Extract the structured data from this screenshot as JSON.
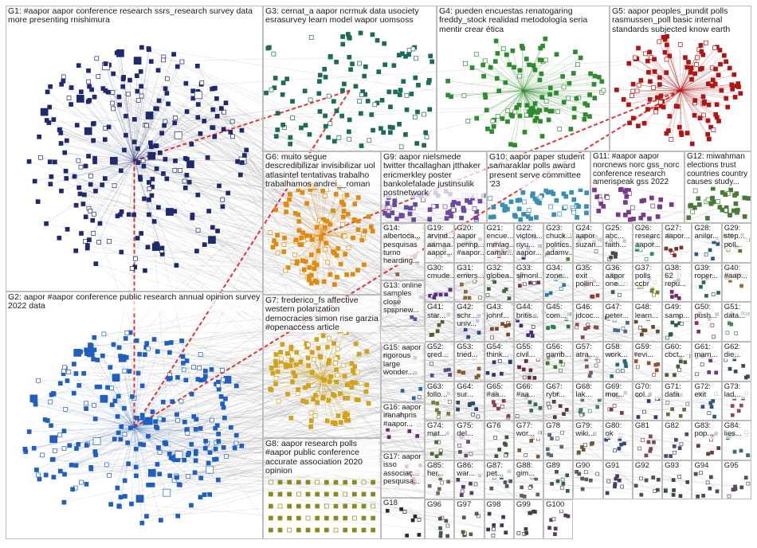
{
  "groups": [
    {
      "id": "G1",
      "label": "G1: #aapor aapor conference research ssrs_research survey data more presenting rnishimura",
      "color": "#1f2a6e",
      "size": "xl",
      "shape": "dense"
    },
    {
      "id": "G2",
      "label": "G2: aapor #aapor conference public research annual opinion survey 2022 data",
      "color": "#1f5fbf",
      "size": "xl",
      "shape": "dense"
    },
    {
      "id": "G3",
      "label": "G3: cernat_a aapor ncrmuk data usociety esrasurvey learn model wapor uomsoss",
      "color": "#1a6b5a",
      "size": "l",
      "shape": "cluster"
    },
    {
      "id": "G4",
      "label": "G4: pueden encuestas renatogaring freddy_stock realidad metodología seria mentir crear ética",
      "color": "#2e8b2e",
      "size": "l",
      "shape": "radial"
    },
    {
      "id": "G5",
      "label": "G5: aapor peoples_pundit polls rasmussen_poll basic internal standards subjected know earth",
      "color": "#b01515",
      "size": "l",
      "shape": "radial"
    },
    {
      "id": "G6",
      "label": "G6: muito segue descredibilizar invisibilizar uol atlasintel tentativas trabalho trabalhamos andrei__roman",
      "color": "#e08a10",
      "size": "l",
      "shape": "oval"
    },
    {
      "id": "G7",
      "label": "G7: frederico_fs affective western polarization democracies simon rise garzia #openaccess article",
      "color": "#d1a21a",
      "size": "l",
      "shape": "oval"
    },
    {
      "id": "G8",
      "label": "G8: aapor research polls #aapor public conference accurate association 2020 opinion",
      "color": "#8a8a1a",
      "size": "m",
      "shape": "grid"
    },
    {
      "id": "G9",
      "label": "G9: aapor nielsmede twitter thcallaghan jtthaker ericmerkley poster bankolefalade justinsulik postnetwork",
      "color": "#6a4aa0",
      "size": "m",
      "shape": "sparse"
    },
    {
      "id": "G10",
      "label": "G10: aapor paper student samaraklar polls award present serve committee '23",
      "color": "#3a8fb0",
      "size": "m",
      "shape": "sparse"
    },
    {
      "id": "G11",
      "label": "G11: #aapor aapor norcnews norc gss_norc conference research amerispeak gss 2022",
      "color": "#7a3a8a",
      "size": "s",
      "shape": "sparse"
    },
    {
      "id": "G12",
      "label": "G12: miwahman elections trust countries country causes study...",
      "color": "#4a7a3a",
      "size": "s",
      "shape": "sparse"
    },
    {
      "id": "G13",
      "label": "G13: online samples close spspnew...",
      "color": "#5a5a9a",
      "size": "xs",
      "shape": "sparse"
    },
    {
      "id": "G14",
      "label": "G14: albertoca... pesquisas turno hearding...",
      "color": "#9a5a2a",
      "size": "xs",
      "shape": "sparse"
    },
    {
      "id": "G15",
      "label": "G15: aapor rigorous large wonder...",
      "color": "#2a6a9a",
      "size": "xs",
      "shape": "sparse"
    },
    {
      "id": "G16",
      "label": "G16: aapor iranahpris #aapor...",
      "color": "#6a2a6a",
      "size": "xs",
      "shape": "sparse"
    },
    {
      "id": "G17",
      "label": "G17: aapor isso associaç... pesquisa...",
      "color": "#a02a5a",
      "size": "xs",
      "shape": "sparse"
    },
    {
      "id": "G18",
      "label": "G18",
      "color": "#2a2a2a",
      "size": "xs",
      "shape": "sparse"
    },
    {
      "id": "G19",
      "label": "G19: arvind... aarnaa... aapor...",
      "color": "#7a6a2a",
      "size": "xs",
      "shape": "sparse"
    },
    {
      "id": "G20",
      "label": "G20: aapor pennp... #aapor...",
      "color": "#3a7a7a",
      "size": "xs",
      "shape": "sparse"
    },
    {
      "id": "G21",
      "label": "G21: encue... mmlag... camar...",
      "color": "#8a3a3a",
      "size": "xs",
      "shape": "sparse"
    },
    {
      "id": "G22",
      "label": "G22: victori... riyu... aapor...",
      "color": "#3a3a8a",
      "size": "xs",
      "shape": "sparse"
    },
    {
      "id": "G23",
      "label": "G23: chuck... politics... adamv...",
      "color": "#5a8a3a",
      "size": "xs",
      "shape": "sparse"
    },
    {
      "id": "G24",
      "label": "G24: aapor suzan...",
      "color": "#8a5a8a",
      "size": "xs",
      "shape": "sparse"
    },
    {
      "id": "G25",
      "label": "G25: abc... faith...",
      "color": "#4a4a4a",
      "size": "xs",
      "shape": "sparse"
    },
    {
      "id": "G26",
      "label": "G26: researc... aapor...",
      "color": "#2a8a6a",
      "size": "xs",
      "shape": "sparse"
    },
    {
      "id": "G27",
      "label": "G27: aapor...",
      "color": "#8a2a2a",
      "size": "xs",
      "shape": "sparse"
    },
    {
      "id": "G28",
      "label": "G28: anilor...",
      "color": "#2a5a8a",
      "size": "xs",
      "shape": "sparse"
    },
    {
      "id": "G29",
      "label": "G29: step... poll...",
      "color": "#6a6a2a",
      "size": "xs",
      "shape": "sparse"
    },
    {
      "id": "G30",
      "label": "G30: cmude...",
      "color": "#5a2a8a",
      "size": "xs",
      "shape": "sparse"
    },
    {
      "id": "G31",
      "label": "G31: emers...",
      "color": "#8a6a3a",
      "size": "xs",
      "shape": "sparse"
    },
    {
      "id": "G32",
      "label": "G32: globea...",
      "color": "#3a6a3a",
      "size": "xs",
      "shape": "sparse"
    },
    {
      "id": "G33",
      "label": "G33: simonl...",
      "color": "#6a3a5a",
      "size": "xs",
      "shape": "sparse"
    },
    {
      "id": "G34",
      "label": "G34: zone...",
      "color": "#2a7a9a",
      "size": "xs",
      "shape": "sparse"
    },
    {
      "id": "G35",
      "label": "G35: exit pollin...",
      "color": "#9a3a2a",
      "size": "xs",
      "shape": "sparse"
    },
    {
      "id": "G36",
      "label": "G36: aapor one...",
      "color": "#3a5a6a",
      "size": "xs",
      "shape": "sparse"
    },
    {
      "id": "G37",
      "label": "G37: polls ccbr",
      "color": "#6a8a2a",
      "size": "xs",
      "shape": "sparse"
    },
    {
      "id": "G38",
      "label": "G38: 62 repu...",
      "color": "#7a2a6a",
      "size": "xs",
      "shape": "sparse"
    },
    {
      "id": "G39",
      "label": "G39: roper...",
      "color": "#2a6a5a",
      "size": "xs",
      "shape": "sparse"
    },
    {
      "id": "G40",
      "label": "G40: #aap...",
      "color": "#9a6a2a",
      "size": "xs",
      "shape": "sparse"
    },
    {
      "id": "G41",
      "label": "G41: star...",
      "color": "#5a5a2a",
      "size": "xs",
      "shape": "sparse"
    },
    {
      "id": "G42",
      "label": "G42: schr... univ...",
      "color": "#2a4a9a",
      "size": "xs",
      "shape": "sparse"
    },
    {
      "id": "G43",
      "label": "G43: johnf...",
      "color": "#7a4a2a",
      "size": "xs",
      "shape": "sparse"
    },
    {
      "id": "G44",
      "label": "G44: britis...",
      "color": "#4a2a7a",
      "size": "xs",
      "shape": "sparse"
    },
    {
      "id": "G45",
      "label": "G45: com...",
      "color": "#2a7a4a",
      "size": "xs",
      "shape": "sparse"
    },
    {
      "id": "G46",
      "label": "G46: jdcoc...",
      "color": "#8a4a4a",
      "size": "xs",
      "shape": "sparse"
    },
    {
      "id": "G47",
      "label": "G47: peter...",
      "color": "#4a6a8a",
      "size": "xs",
      "shape": "sparse"
    },
    {
      "id": "G48",
      "label": "G48: learn...",
      "color": "#6a4a2a",
      "size": "xs",
      "shape": "sparse"
    },
    {
      "id": "G49",
      "label": "G49: samp...",
      "color": "#2a5a4a",
      "size": "xs",
      "shape": "sparse"
    },
    {
      "id": "G50",
      "label": "G50: push...",
      "color": "#8a2a6a",
      "size": "xs",
      "shape": "sparse"
    },
    {
      "id": "G51",
      "label": "G51: data...",
      "color": "#4a8a5a",
      "size": "xs",
      "shape": "sparse"
    },
    {
      "id": "G52",
      "label": "G52: cred...",
      "color": "#5a4a8a",
      "size": "xs",
      "shape": "sparse"
    },
    {
      "id": "G53",
      "label": "G53: tried...",
      "color": "#8a5a2a",
      "size": "xs",
      "shape": "sparse"
    },
    {
      "id": "G54",
      "label": "G54: think...",
      "color": "#2a3a6a",
      "size": "xs",
      "shape": "sparse"
    },
    {
      "id": "G55",
      "label": "G55: civil...",
      "color": "#6a2a3a",
      "size": "xs",
      "shape": "sparse"
    },
    {
      "id": "G56",
      "label": "G56: gamb...",
      "color": "#3a7a2a",
      "size": "xs",
      "shape": "sparse"
    },
    {
      "id": "G57",
      "label": "G57: atra...",
      "color": "#7a5a6a",
      "size": "xs",
      "shape": "sparse"
    },
    {
      "id": "G58",
      "label": "G58: work...",
      "color": "#2a6a7a",
      "size": "xs",
      "shape": "sparse"
    },
    {
      "id": "G59",
      "label": "G59: revi...",
      "color": "#9a4a3a",
      "size": "xs",
      "shape": "sparse"
    },
    {
      "id": "G60",
      "label": "G60: cbct...",
      "color": "#4a5a3a",
      "size": "xs",
      "shape": "sparse"
    },
    {
      "id": "G61",
      "label": "G61: mam...",
      "color": "#6a3a7a",
      "size": "xs",
      "shape": "sparse"
    },
    {
      "id": "G62",
      "label": "G62: die...",
      "color": "#3a4a5a",
      "size": "xs",
      "shape": "sparse"
    },
    {
      "id": "G63",
      "label": "G63: follo...",
      "color": "#7a7a3a",
      "size": "xs",
      "shape": "sparse"
    },
    {
      "id": "G64",
      "label": "G64: sur...",
      "color": "#2a4a6a",
      "size": "xs",
      "shape": "sparse"
    },
    {
      "id": "G65",
      "label": "G65: #aa...",
      "color": "#8a3a5a",
      "size": "xs",
      "shape": "sparse"
    },
    {
      "id": "G66",
      "label": "G66: #aa...",
      "color": "#3a6a5a",
      "size": "xs",
      "shape": "sparse"
    },
    {
      "id": "G67",
      "label": "G67: rybr...",
      "color": "#5a3a3a",
      "size": "xs",
      "shape": "sparse"
    },
    {
      "id": "G68",
      "label": "G68: lak...",
      "color": "#4a7a6a",
      "size": "xs",
      "shape": "sparse"
    },
    {
      "id": "G69",
      "label": "G69: mor...",
      "color": "#7a3a4a",
      "size": "xs",
      "shape": "sparse"
    },
    {
      "id": "G70",
      "label": "G70: col...",
      "color": "#3a3a6a",
      "size": "xs",
      "shape": "sparse"
    },
    {
      "id": "G71",
      "label": "G71: data",
      "color": "#6a6a4a",
      "size": "xs",
      "shape": "sparse"
    },
    {
      "id": "G72",
      "label": "G72: exit",
      "color": "#2a5a7a",
      "size": "xs",
      "shape": "sparse"
    },
    {
      "id": "G73",
      "label": "G73: lad...",
      "color": "#8a4a6a",
      "size": "xs",
      "shape": "sparse"
    },
    {
      "id": "G74",
      "label": "G74: mat...",
      "color": "#4a6a3a",
      "size": "xs",
      "shape": "sparse"
    },
    {
      "id": "G75",
      "label": "G75: del...",
      "color": "#6a4a6a",
      "size": "xs",
      "shape": "sparse"
    },
    {
      "id": "G76",
      "label": "G76",
      "color": "#3a5a3a",
      "size": "xs",
      "shape": "sparse"
    },
    {
      "id": "G77",
      "label": "G77: wor...",
      "color": "#7a5a3a",
      "size": "xs",
      "shape": "sparse"
    },
    {
      "id": "G78",
      "label": "G78",
      "color": "#5a6a7a",
      "size": "xs",
      "shape": "sparse"
    },
    {
      "id": "G79",
      "label": "G79: wiki...",
      "color": "#6a5a3a",
      "size": "xs",
      "shape": "sparse"
    },
    {
      "id": "G80",
      "label": "G80: ok",
      "color": "#3a4a7a",
      "size": "xs",
      "shape": "sparse"
    },
    {
      "id": "G81",
      "label": "G81",
      "color": "#7a4a5a",
      "size": "xs",
      "shape": "sparse"
    },
    {
      "id": "G82",
      "label": "G82",
      "color": "#4a4a6a",
      "size": "xs",
      "shape": "sparse"
    },
    {
      "id": "G83",
      "label": "G83: pop...",
      "color": "#6a3a3a",
      "size": "xs",
      "shape": "sparse"
    },
    {
      "id": "G84",
      "label": "G84: lies...",
      "color": "#3a6a6a",
      "size": "xs",
      "shape": "sparse"
    },
    {
      "id": "G85",
      "label": "G85: her...",
      "color": "#7a6a5a",
      "size": "xs",
      "shape": "sparse"
    },
    {
      "id": "G86",
      "label": "G86: war...",
      "color": "#5a3a6a",
      "size": "xs",
      "shape": "sparse"
    },
    {
      "id": "G87",
      "label": "G87: pet...",
      "color": "#4a5a6a",
      "size": "xs",
      "shape": "sparse"
    },
    {
      "id": "G88",
      "label": "G88: gim...",
      "color": "#6a5a5a",
      "size": "xs",
      "shape": "sparse"
    },
    {
      "id": "G89",
      "label": "G89",
      "color": "#3a5a5a",
      "size": "xs",
      "shape": "sparse"
    },
    {
      "id": "G90",
      "label": "G90",
      "color": "#5a5a5a",
      "size": "xs",
      "shape": "sparse"
    },
    {
      "id": "G91",
      "label": "G91",
      "color": "#4a3a5a",
      "size": "xs",
      "shape": "sparse"
    },
    {
      "id": "G92",
      "label": "G92",
      "color": "#5a4a4a",
      "size": "xs",
      "shape": "sparse"
    },
    {
      "id": "G93",
      "label": "G93",
      "color": "#3a4a4a",
      "size": "xs",
      "shape": "sparse"
    },
    {
      "id": "G94",
      "label": "G94",
      "color": "#4a4a5a",
      "size": "xs",
      "shape": "sparse"
    },
    {
      "id": "G95",
      "label": "G95",
      "color": "#5a4a5a",
      "size": "xs",
      "shape": "sparse"
    },
    {
      "id": "G96",
      "label": "G96",
      "color": "#4a5a4a",
      "size": "xs",
      "shape": "sparse"
    },
    {
      "id": "G97",
      "label": "G97",
      "color": "#5a5a4a",
      "size": "xs",
      "shape": "sparse"
    },
    {
      "id": "G98",
      "label": "G98",
      "color": "#3a3a5a",
      "size": "xs",
      "shape": "sparse"
    },
    {
      "id": "G99",
      "label": "G99",
      "color": "#4a3a4a",
      "size": "xs",
      "shape": "sparse"
    },
    {
      "id": "G100",
      "label": "G100",
      "color": "#5a3a5a",
      "size": "xs",
      "shape": "sparse"
    }
  ],
  "edge_colors": {
    "default": "#8a8a8a",
    "highlight": "#e01010"
  }
}
